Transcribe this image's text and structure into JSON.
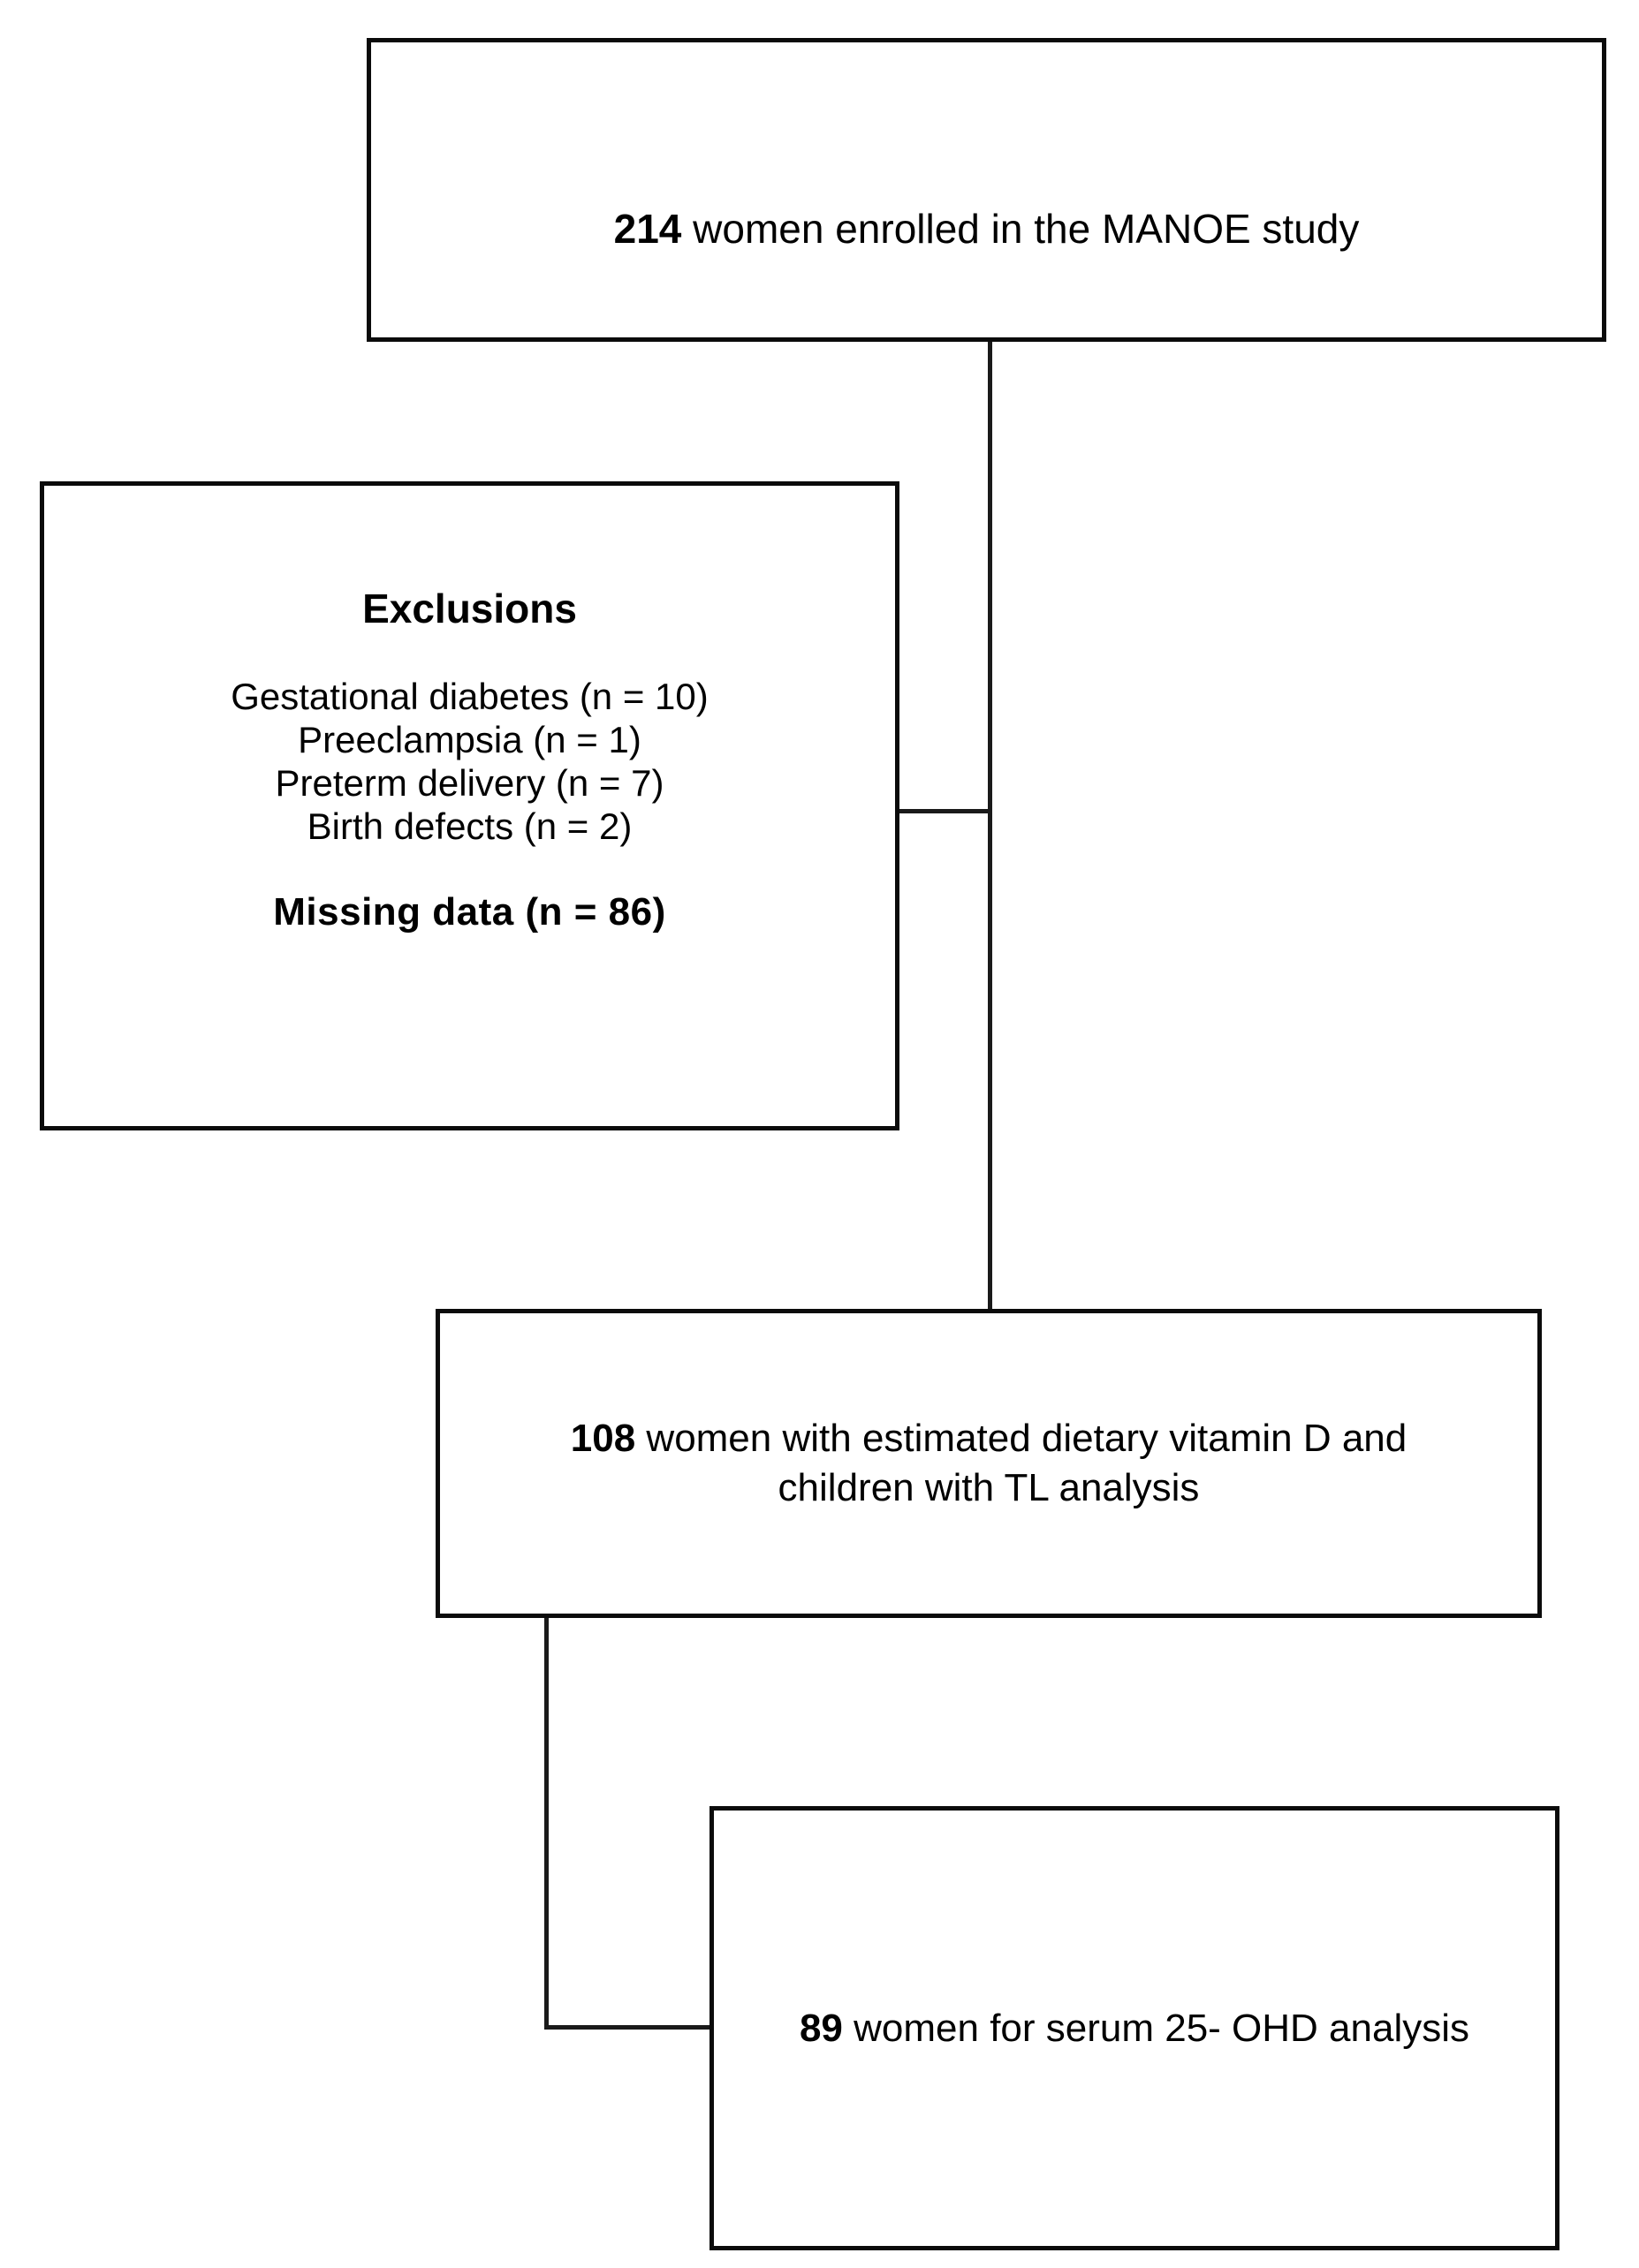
{
  "figure": {
    "type": "study-participant-flow-diagram",
    "background_color": "#ffffff",
    "line_color": "#1a1a1a",
    "text_color": "#000000"
  },
  "nodes": {
    "enrolled": {
      "count": "214",
      "text": " women enrolled in the MANOE study"
    },
    "exclusions": {
      "title": "Exclusions",
      "items": [
        "Gestational diabetes (n = 10)",
        "Preeclampsia (n = 1)",
        "Preterm delivery (n = 7)",
        "Birth defects (n = 2)"
      ],
      "missing_data": "Missing  data (n = 86)"
    },
    "dietary": {
      "count": "108",
      "line1": " women with estimated dietary vitamin D and",
      "line2": "children with TL analysis"
    },
    "serum": {
      "count": "89",
      "text": " women  for serum 25- OHD analysis"
    }
  },
  "connectors": [
    {
      "name": "enrolled-to-dietary-trunk",
      "orientation": "vertical"
    },
    {
      "name": "trunk-to-exclusions-branch",
      "orientation": "horizontal"
    },
    {
      "name": "dietary-to-serum-drop",
      "orientation": "vertical"
    },
    {
      "name": "dietary-to-serum-run",
      "orientation": "horizontal"
    }
  ]
}
